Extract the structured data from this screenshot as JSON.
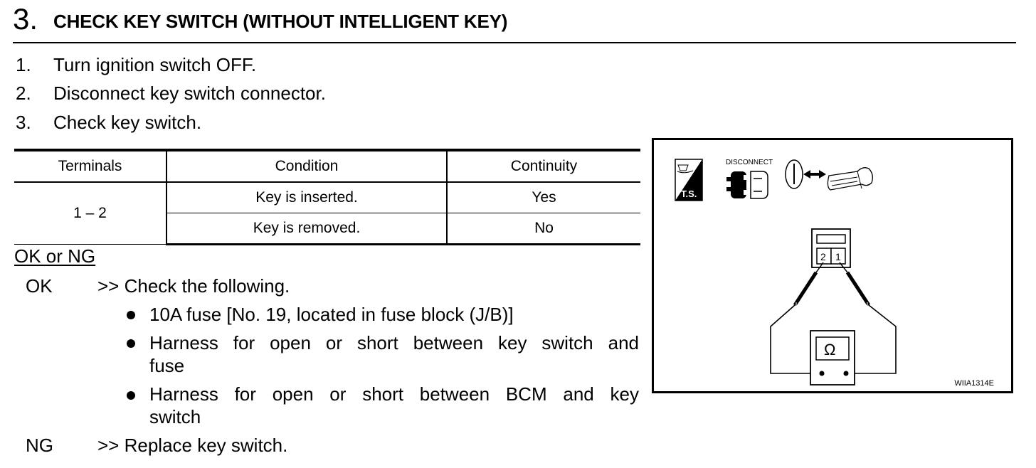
{
  "heading": {
    "number": "3.",
    "title": "CHECK KEY SWITCH (WITHOUT INTELLIGENT KEY)"
  },
  "steps": [
    {
      "num": "1.",
      "text": "Turn ignition switch OFF."
    },
    {
      "num": "2.",
      "text": "Disconnect key switch connector."
    },
    {
      "num": "3.",
      "text": "Check key switch."
    }
  ],
  "table": {
    "headers": [
      "Terminals",
      "Condition",
      "Continuity"
    ],
    "terminal": "1 – 2",
    "rows": [
      {
        "condition": "Key is inserted.",
        "continuity": "Yes"
      },
      {
        "condition": "Key is removed.",
        "continuity": "No"
      }
    ]
  },
  "result": {
    "heading": "OK or NG",
    "ok": {
      "key": "OK",
      "text": ">> Check the following.",
      "bullets": [
        {
          "line1": "10A fuse [No. 19, located in fuse block (J/B)]",
          "line2": ""
        },
        {
          "line1": "Harness for open or short between key switch and",
          "line2": "fuse"
        },
        {
          "line1": "Harness for open or short between BCM and key",
          "line2": "switch"
        }
      ]
    },
    "ng": {
      "key": "NG",
      "text": ">> Replace key switch."
    }
  },
  "figure": {
    "ts_label": "T.S.",
    "disconnect_label": "DISCONNECT",
    "meter_symbol": "Ω",
    "terminal_left": "2",
    "terminal_right": "1",
    "image_code": "WIIA1314E",
    "icons": [
      "test-step-icon",
      "disconnect-connector-icon",
      "ignition-key-icon",
      "ohmmeter-icon"
    ]
  }
}
